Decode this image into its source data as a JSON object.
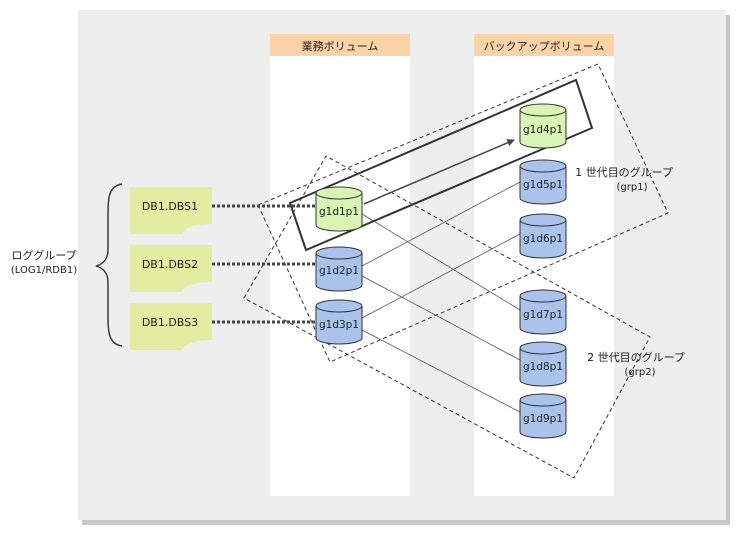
{
  "columns": {
    "business": "業務ボリューム",
    "backup": "バックアップボリューム"
  },
  "log_group": {
    "label": "ロググループ",
    "sublabel": "(LOG1/RDB1)"
  },
  "datasets": [
    "DB1.DBS1",
    "DB1.DBS2",
    "DB1.DBS3"
  ],
  "business_volumes": [
    "g1d1p1",
    "g1d2p1",
    "g1d3p1"
  ],
  "backup_volumes": [
    "g1d4p1",
    "g1d5p1",
    "g1d6p1",
    "g1d7p1",
    "g1d8p1",
    "g1d9p1"
  ],
  "generations": [
    {
      "label": "1 世代目のグループ",
      "sublabel": "(grp1)"
    },
    {
      "label": "2 世代目のグループ",
      "sublabel": "(grp2)"
    }
  ],
  "colors": {
    "panel": "#eeeeee",
    "header": "#fbd3a6",
    "document": "#e3eda2",
    "disk_blue": "#a9c3ec",
    "disk_green": "#d8f5b4"
  }
}
